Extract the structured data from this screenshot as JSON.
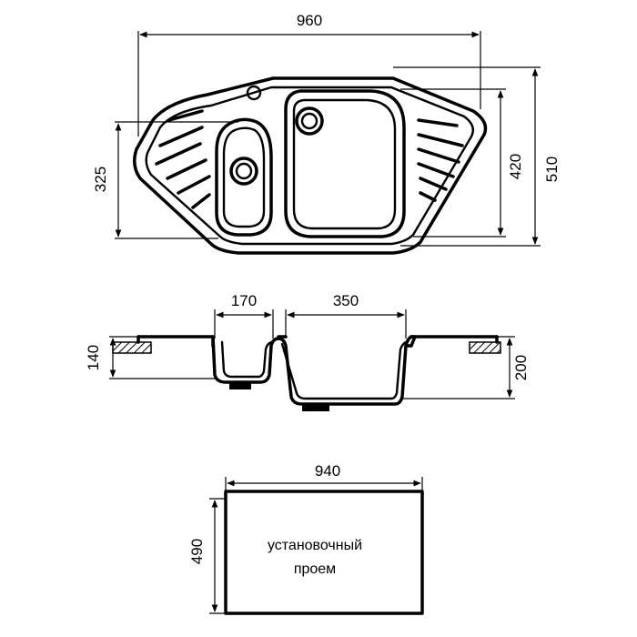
{
  "top_view": {
    "width_dim": "960",
    "depth_dim": "510",
    "large_bowl_depth_dim": "420",
    "left_edge_dim": "325"
  },
  "section_view": {
    "small_bowl_width_dim": "170",
    "large_bowl_width_dim": "350",
    "small_bowl_depth_dim": "140",
    "large_bowl_depth_dim": "200"
  },
  "cutout": {
    "width_dim": "940",
    "height_dim": "490",
    "label_line1": "установочный",
    "label_line2": "проем"
  }
}
